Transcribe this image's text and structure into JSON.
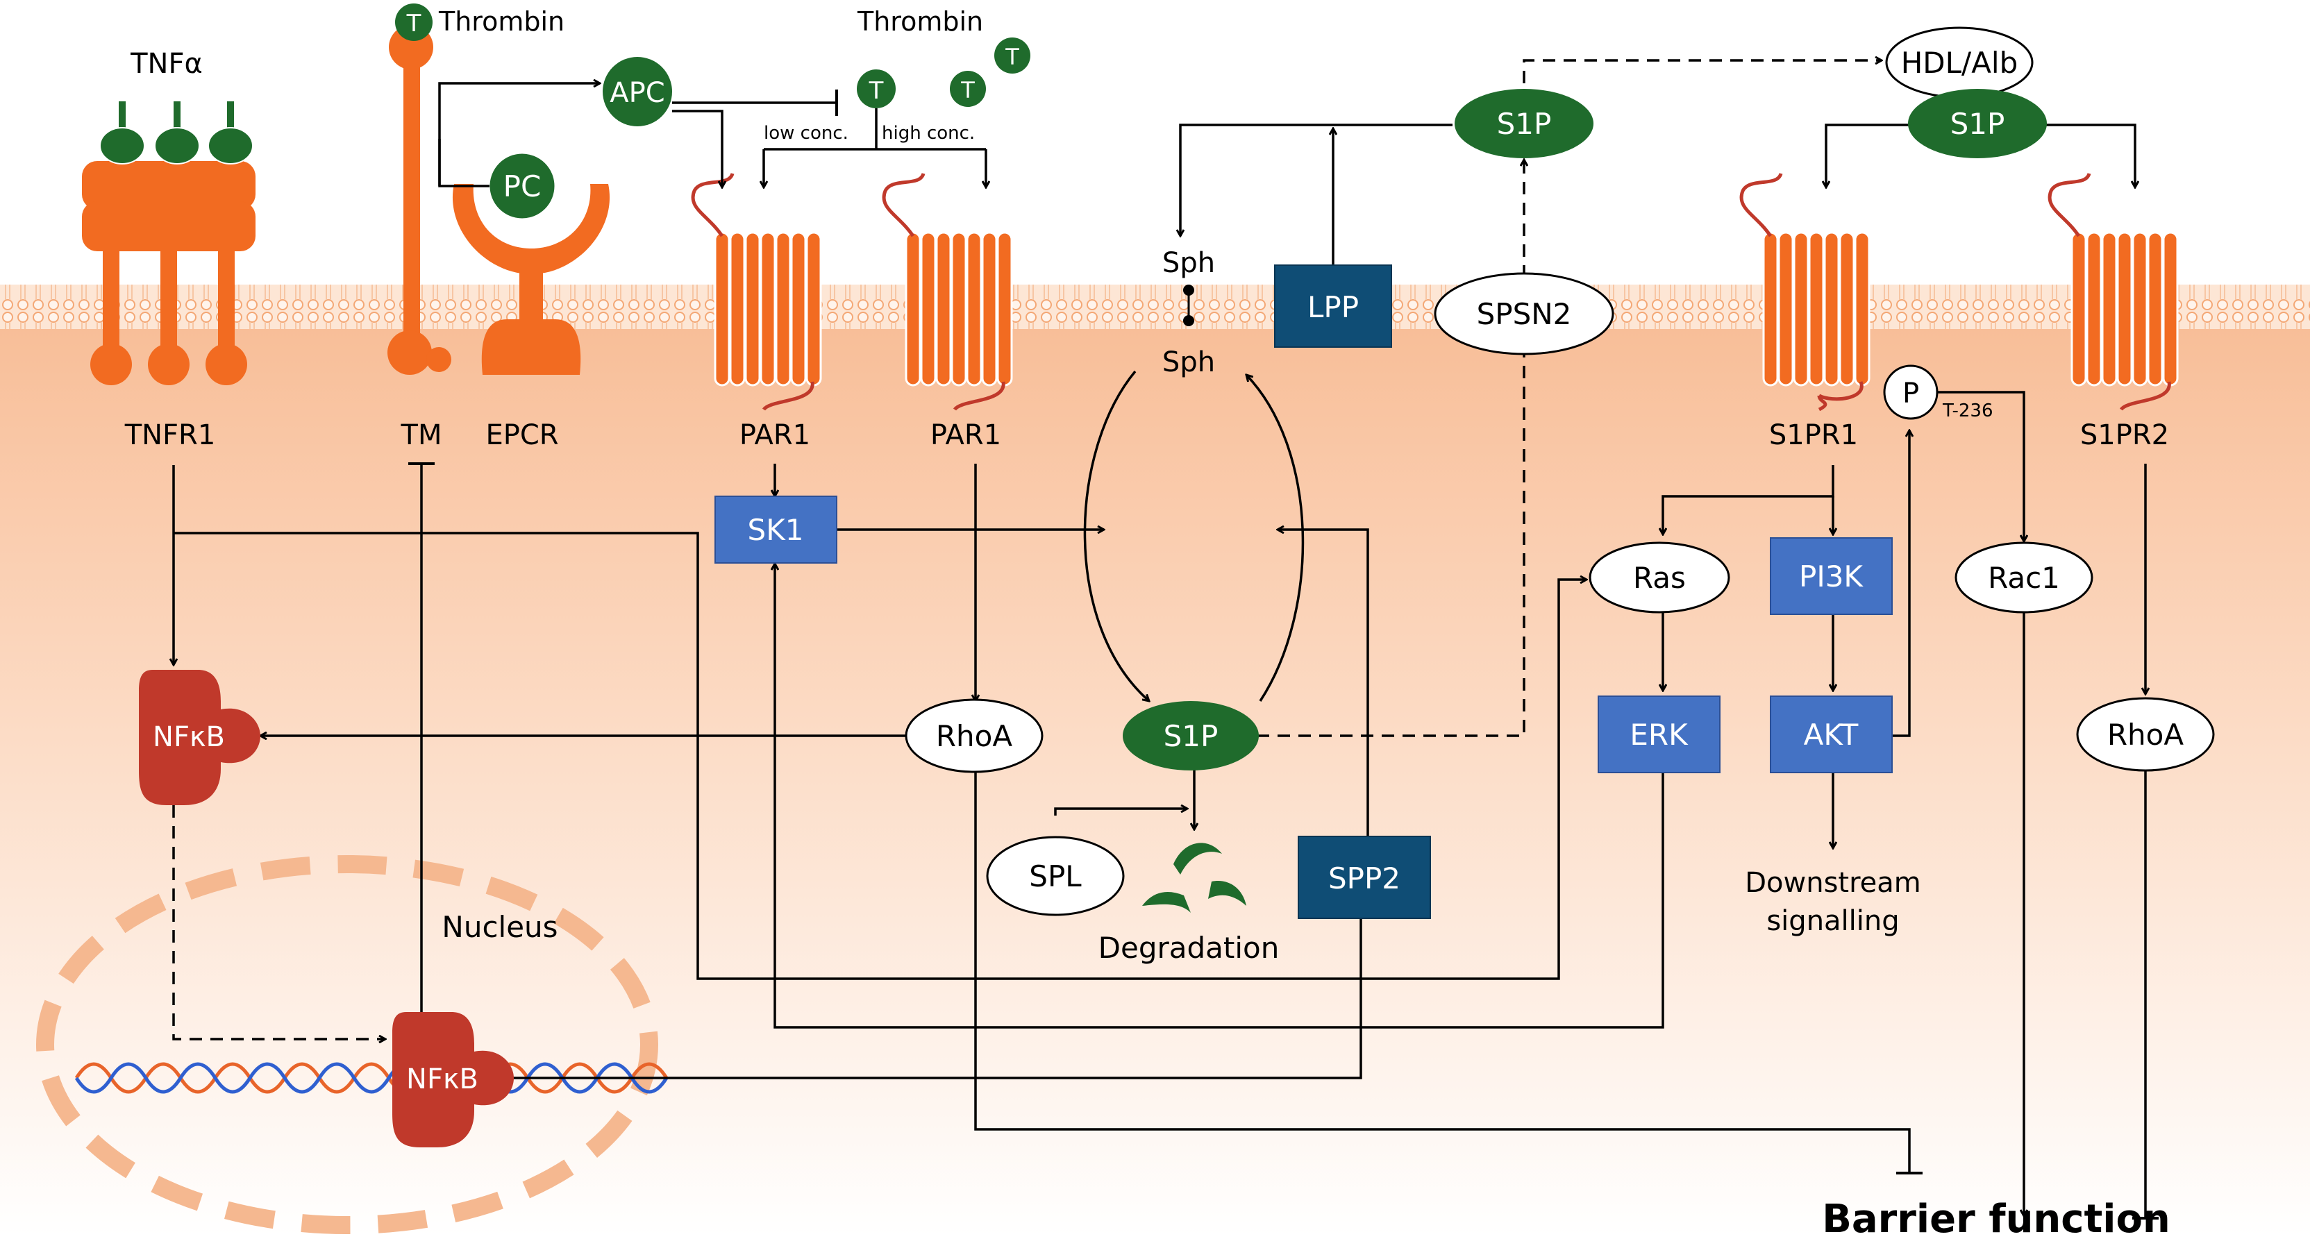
{
  "ligands": {
    "tnfa": "TNFα",
    "thrombin_left": "Thrombin",
    "thrombin_right": "Thrombin",
    "t_letter": "T",
    "apc": "APC",
    "pc": "PC",
    "low_conc": "low conc.",
    "high_conc": "high conc."
  },
  "receptors": {
    "tnfr1": "TNFR1",
    "tm": "TM",
    "epcr": "EPCR",
    "par1_a": "PAR1",
    "par1_b": "PAR1",
    "s1pr1": "S1PR1",
    "s1pr2": "S1PR2"
  },
  "sphingolipid": {
    "s1p_top": "S1P",
    "s1p_mid": "S1P",
    "s1p_hdl": "S1P",
    "hdl_alb": "HDL/Alb",
    "sph_top": "Sph",
    "sph_bottom": "Sph",
    "lpp": "LPP",
    "spsn2": "SPSN2",
    "spl": "SPL",
    "spp2": "SPP2",
    "degradation": "Degradation"
  },
  "signalling": {
    "sk1": "SK1",
    "rhoa_left": "RhoA",
    "rhoa_right": "RhoA",
    "ras": "Ras",
    "pi3k": "PI3K",
    "erk": "ERK",
    "akt": "AKT",
    "rac1": "Rac1",
    "phospho": "P",
    "t236": "T-236",
    "downstream_1": "Downstream",
    "downstream_2": "signalling",
    "nfkb_cyto": "NFκB",
    "nfkb_nuc": "NFκB",
    "nucleus": "Nucleus"
  },
  "outcome": {
    "barrier_function": "Barrier function"
  },
  "colors": {
    "receptor_orange": "#f26b21",
    "ligand_green": "#1f6b2c",
    "kinase_blue": "#4472c4",
    "phosphatase_navy": "#0f4d75",
    "nfkb_red": "#c0392b",
    "nucleus_peach": "#f5b890",
    "membrane_peach": "#fad3b6"
  }
}
